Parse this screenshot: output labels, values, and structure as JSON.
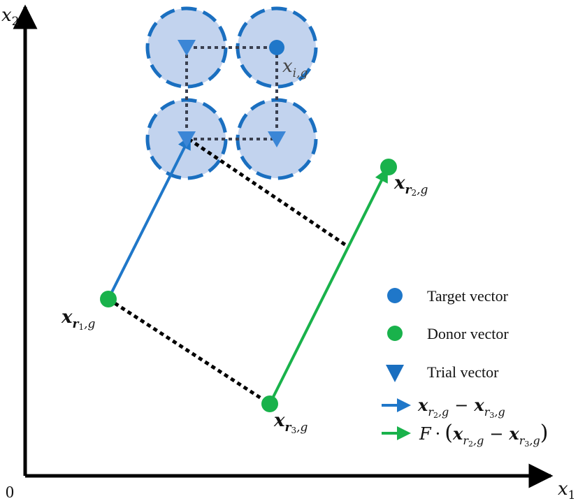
{
  "axes": {
    "x_label_main": "x",
    "x_label_sub": "1",
    "y_label_main": "x",
    "y_label_sub": "2",
    "origin_label": "0"
  },
  "points": {
    "target": {
      "main": "x",
      "sub": "i,g"
    },
    "r1": {
      "main": "x",
      "sub_r": "r",
      "sub_idx": "1",
      "sub_g": ",g"
    },
    "r2": {
      "main": "x",
      "sub_r": "r",
      "sub_idx": "2",
      "sub_g": ",g"
    },
    "r3": {
      "main": "x",
      "sub_r": "r",
      "sub_idx": "3",
      "sub_g": ",g"
    }
  },
  "legend": {
    "target": "Target vector",
    "donor": "Donor vector",
    "trial": "Trial vector",
    "diff": {
      "a_main": "x",
      "a_r": "r",
      "a_idx": "2",
      "a_g": ",g",
      "minus": "−",
      "b_main": "x",
      "b_r": "r",
      "b_idx": "3",
      "b_g": ",g"
    },
    "scaled": {
      "F": "F",
      "dot": "·",
      "lparen": "(",
      "a_main": "x",
      "a_r": "r",
      "a_idx": "2",
      "a_g": ",g",
      "minus": "−",
      "b_main": "x",
      "b_r": "r",
      "b_idx": "3",
      "b_g": ",g",
      "rparen": ")"
    }
  },
  "colors": {
    "axis": "#000000",
    "target": "#1f77c9",
    "donor": "#19b24b",
    "trial": "#3b86d6",
    "circle_fill": "#c2d3ee",
    "circle_stroke": "#1a6fc0",
    "dotted": "#3a4050",
    "blue_arrow": "#1f77c9",
    "green_arrow": "#19b24b"
  }
}
